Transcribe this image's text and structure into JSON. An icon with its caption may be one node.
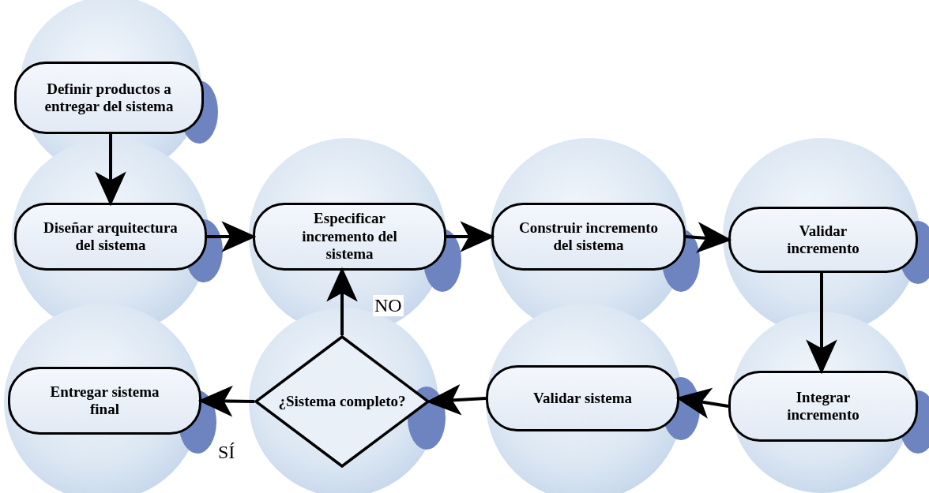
{
  "diagram": {
    "nodes": [
      {
        "text": [
          "Definir productos a entregar del sistema"
        ]
      },
      {
        "text": [
          "Diseñar arquitectura del sistema"
        ]
      },
      {
        "text": [
          "Especificar incremento del sistema"
        ]
      },
      {
        "text": [
          "Construir incremento del sistema"
        ]
      },
      {
        "text": [
          "Validar incremento"
        ]
      },
      {
        "text": [
          "Integrar incremento"
        ]
      },
      {
        "text": [
          "Validar sistema"
        ]
      },
      {
        "text": [
          "¿Sistema completo?"
        ]
      },
      {
        "text": [
          "Entregar sistema final"
        ]
      }
    ],
    "edges": [
      {
        "from": 0,
        "to": 1,
        "arrow": "to"
      },
      {
        "from": 1,
        "to": 2,
        "arrow": "to"
      },
      {
        "from": 2,
        "to": 3,
        "arrow": "to"
      },
      {
        "from": 3,
        "to": 4,
        "arrow": "to"
      },
      {
        "from": 4,
        "to": 5,
        "arrow": "to"
      },
      {
        "from": 5,
        "to": 6,
        "arrow": "to"
      },
      {
        "from": 6,
        "to": 7,
        "arrow": "to"
      },
      {
        "from": 7,
        "to": 2,
        "arrow": "to",
        "label": "NO"
      },
      {
        "from": 7,
        "to": 8,
        "arrow": "to",
        "label": "SÍ"
      }
    ]
  }
}
